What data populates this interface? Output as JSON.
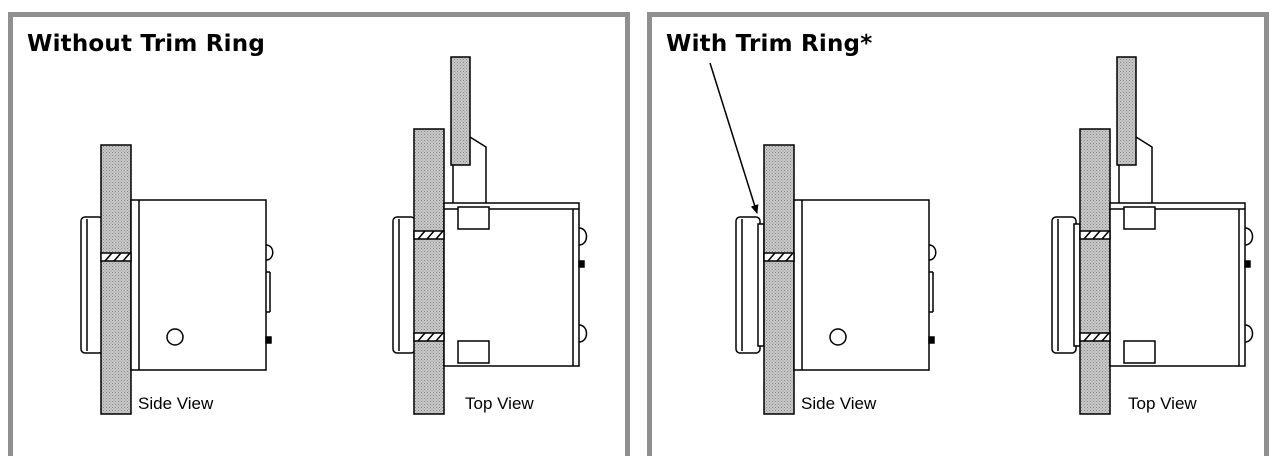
{
  "colors": {
    "frame": "#8f8f8f",
    "panel_fill": "#c8c8c8",
    "panel_hatch": "#8a8a8a",
    "line": "#000000",
    "background": "#ffffff"
  },
  "panels": {
    "without": {
      "title": "Without Trim Ring",
      "side_label": "Side View",
      "top_label": "Top View"
    },
    "with": {
      "title": "With Trim Ring*",
      "side_label": "Side View",
      "top_label": "Top View"
    }
  }
}
